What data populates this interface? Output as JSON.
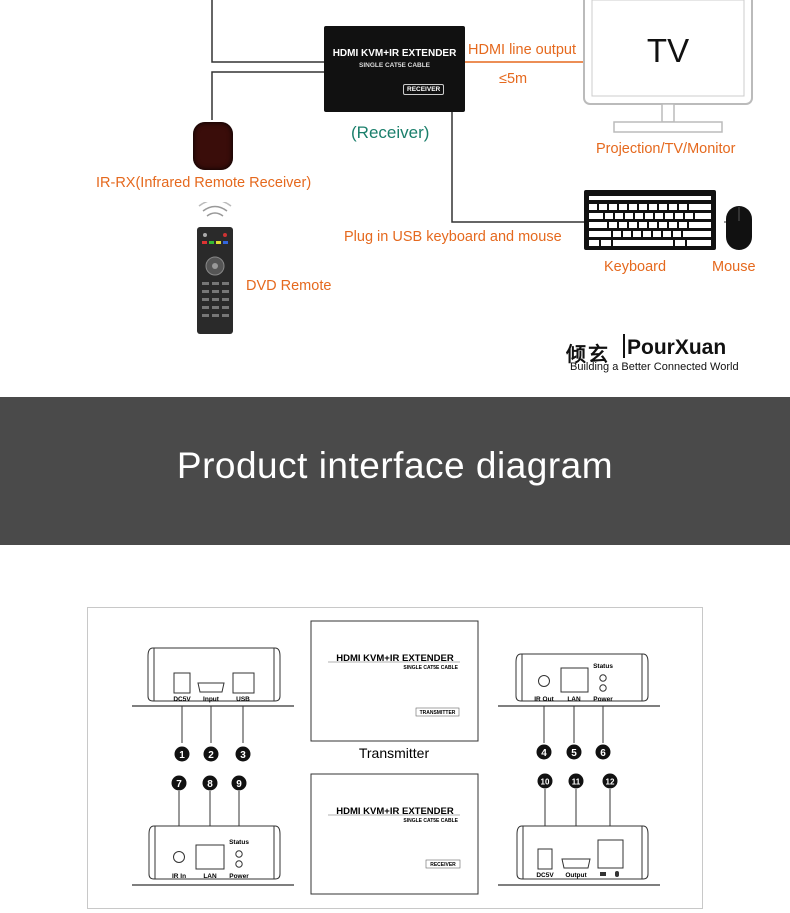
{
  "receiver_box": {
    "title": "HDMI KVM+IR EXTENDER",
    "subtitle": "SINGLE CAT5E CABLE",
    "badge": "RECEIVER",
    "caption": "(Receiver)"
  },
  "hdmi_output": {
    "label": "HDMI line output",
    "distance": "≤5m"
  },
  "tv": {
    "screen_text": "TV",
    "caption": "Projection/TV/Monitor"
  },
  "ir_receiver": {
    "caption": "IR-RX(Infrared Remote Receiver)"
  },
  "remote": {
    "caption": "DVD Remote"
  },
  "usb": {
    "label": "Plug in USB keyboard and mouse"
  },
  "keyboard": {
    "caption": "Keyboard"
  },
  "mouse": {
    "caption": "Mouse"
  },
  "brand": {
    "cn": "倾玄",
    "name": "PourXuan",
    "tagline": "Building a Better Connected World"
  },
  "banner": {
    "title": "Product interface diagram"
  },
  "colors": {
    "accent": "#e5691e",
    "teal": "#1a7f6b",
    "banner_bg": "#4a4a4a"
  },
  "interface": {
    "transmitter": {
      "title": "HDMI KVM+IR EXTENDER",
      "subtitle": "SINGLE CAT5E CABLE",
      "badge": "TRANSMITTER",
      "caption": "Transmitter",
      "front_ports": [
        "DC5V",
        "Input",
        "USB"
      ],
      "front_numbers": [
        "1",
        "2",
        "3"
      ],
      "back_ports": [
        "IR Out",
        "LAN",
        "Power"
      ],
      "back_status": "Status",
      "back_numbers": [
        "4",
        "5",
        "6"
      ]
    },
    "receiver": {
      "title": "HDMI KVM+IR EXTENDER",
      "subtitle": "SINGLE CAT5E CABLE",
      "badge": "RECEIVER",
      "front_ports": [
        "IR In",
        "LAN",
        "Power"
      ],
      "front_status": "Status",
      "front_numbers": [
        "7",
        "8",
        "9"
      ],
      "back_ports": [
        "DC5V",
        "Output"
      ],
      "back_numbers": [
        "10",
        "11",
        "12"
      ]
    }
  }
}
